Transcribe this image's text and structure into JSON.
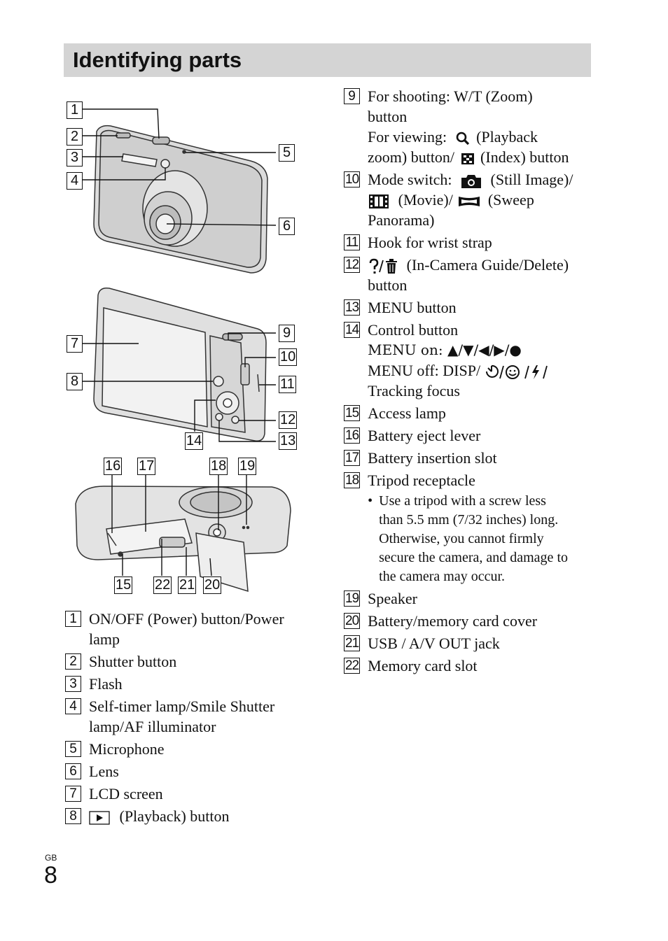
{
  "page": {
    "title": "Identifying parts",
    "lang_code": "GB",
    "page_number": "8"
  },
  "callouts": [
    "1",
    "2",
    "3",
    "4",
    "5",
    "6",
    "7",
    "8",
    "9",
    "10",
    "11",
    "12",
    "13",
    "14",
    "15",
    "16",
    "17",
    "18",
    "19",
    "20",
    "21",
    "22"
  ],
  "left_items": [
    {
      "num": "1",
      "lines": [
        "ON/OFF (Power) button/Power",
        "lamp"
      ]
    },
    {
      "num": "2",
      "lines": [
        "Shutter button"
      ]
    },
    {
      "num": "3",
      "lines": [
        "Flash"
      ]
    },
    {
      "num": "4",
      "lines": [
        "Self-timer lamp/Smile Shutter",
        "lamp/AF illuminator"
      ]
    },
    {
      "num": "5",
      "lines": [
        "Microphone"
      ]
    },
    {
      "num": "6",
      "lines": [
        "Lens"
      ]
    },
    {
      "num": "7",
      "lines": [
        "LCD screen"
      ]
    },
    {
      "num": "8",
      "text": "(Playback) button"
    }
  ],
  "right_items": {
    "i9": {
      "num": "9",
      "l1": "For shooting: W/T (Zoom)",
      "l2": "button",
      "l3a": "For viewing:",
      "l3b": "(Playback",
      "l4a": "zoom) button/",
      "l4b": "(Index) button"
    },
    "i10": {
      "num": "10",
      "l1a": "Mode switch:",
      "l1b": "(Still Image)/",
      "l2a": "(Movie)/",
      "l2b": "(Sweep",
      "l3": "Panorama)"
    },
    "i11": {
      "num": "11",
      "l1": "Hook for wrist strap"
    },
    "i12": {
      "num": "12",
      "l1": "(In-Camera Guide/Delete)",
      "l2": "button"
    },
    "i13": {
      "num": "13",
      "l1": "MENU button"
    },
    "i14": {
      "num": "14",
      "l1": "Control button",
      "l2": "MENU on: ▲/▼/◀/▶/●",
      "l3a": "MENU off: DISP/",
      "l4": "Tracking focus"
    },
    "i15": {
      "num": "15",
      "l1": "Access lamp"
    },
    "i16": {
      "num": "16",
      "l1": "Battery eject lever"
    },
    "i17": {
      "num": "17",
      "l1": "Battery insertion slot"
    },
    "i18": {
      "num": "18",
      "l1": "Tripod receptacle",
      "bullet": [
        "Use a tripod with a screw less",
        "than 5.5 mm (7/32 inches) long.",
        "Otherwise, you cannot firmly",
        "secure the camera, and damage to",
        "the camera may occur."
      ]
    },
    "i19": {
      "num": "19",
      "l1": "Speaker"
    },
    "i20": {
      "num": "20",
      "l1": "Battery/memory card cover"
    },
    "i21": {
      "num": "21",
      "l1": "USB / A/V OUT jack"
    },
    "i22": {
      "num": "22",
      "l1": "Memory card slot"
    }
  }
}
